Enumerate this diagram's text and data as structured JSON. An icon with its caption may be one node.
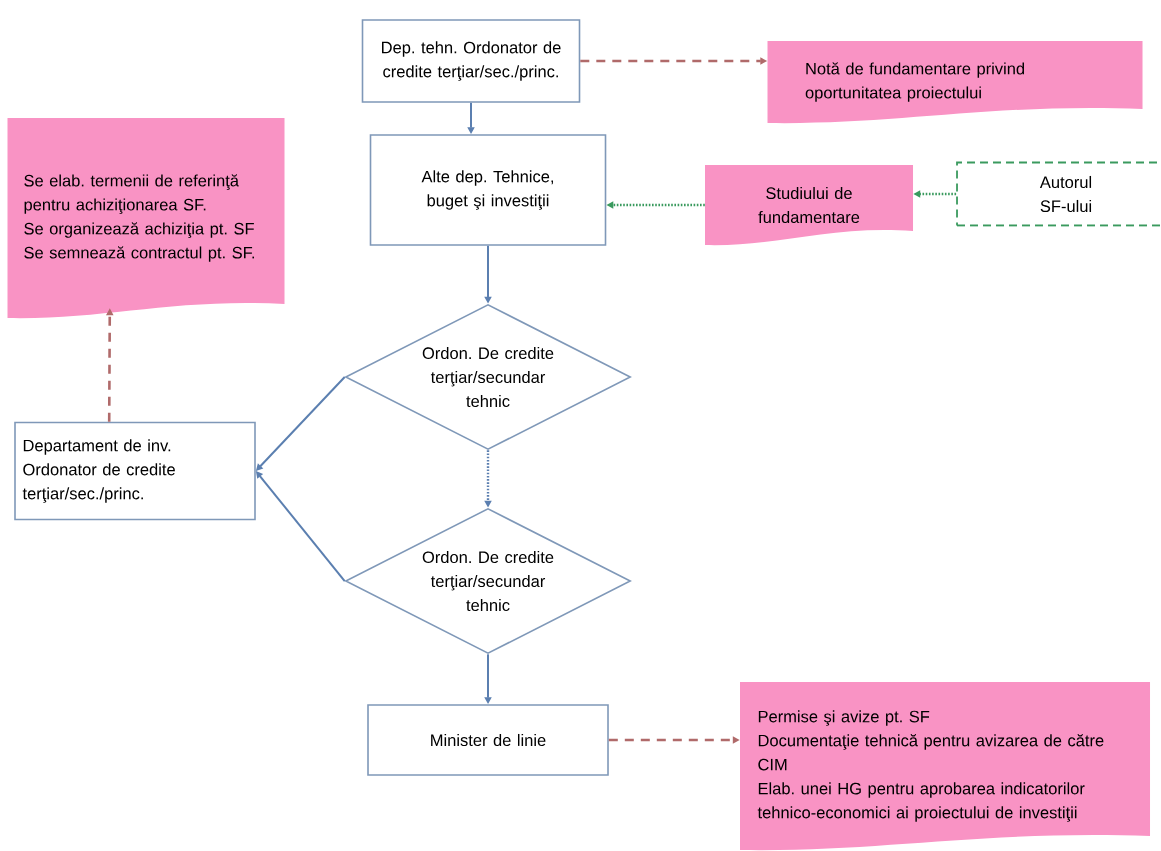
{
  "diagram": {
    "nodes": [
      {
        "text": [
          "Dep. tehn. Ordonator de credite terţiar/sec./princ."
        ]
      },
      {
        "text": [
          "Notă de fundamentare privind oportunitatea proiectului"
        ]
      },
      {
        "text": [
          "Se elab. termenii de referinţă pentru achiziţionarea SF.",
          "Se organizează achiziţia pt. SF",
          "Se semnează contractul pt. SF."
        ]
      },
      {
        "text": [
          "Alte dep. Tehnice, buget şi investiţii"
        ]
      },
      {
        "text": [
          "Studiului de fundamentare"
        ]
      },
      {
        "text": [
          "Autorul SF-ului"
        ]
      },
      {
        "text": [
          "Ordon. De credite terţiar/secundar tehnic"
        ]
      },
      {
        "text": [
          "Departament de inv.",
          "Ordonator de credite terţiar/sec./princ."
        ]
      },
      {
        "text": [
          "Ordon. De credite terţiar/secundar tehnic"
        ]
      },
      {
        "text": [
          "Minister de linie"
        ]
      },
      {
        "text": [
          "Permise şi avize pt. SF",
          "Documentaţie tehnică pentru avizarea de către CIM",
          "Elab. unei HG pentru aprobarea indicatorilor tehnico-economici ai proiectului de investiţii"
        ]
      }
    ],
    "edges": [
      {
        "from": 0,
        "to": 1,
        "arrow": "to",
        "style": "dashed",
        "color": "#b06a6a"
      },
      {
        "from": 0,
        "to": 3,
        "arrow": "to"
      },
      {
        "from": 5,
        "to": 4,
        "arrow": "to",
        "style": "dashed",
        "color": "#3a9a5e"
      },
      {
        "from": 4,
        "to": 3,
        "arrow": "to",
        "style": "dashed",
        "color": "#3a9a5e"
      },
      {
        "from": 3,
        "to": 6,
        "arrow": "to"
      },
      {
        "from": 6,
        "to": 7,
        "arrow": "to"
      },
      {
        "from": 6,
        "to": 8,
        "arrow": "to",
        "style": "dashed"
      },
      {
        "from": 8,
        "to": 7,
        "arrow": "to"
      },
      {
        "from": 8,
        "to": 9,
        "arrow": "to"
      },
      {
        "from": 7,
        "to": 2,
        "arrow": "to",
        "style": "dashed",
        "color": "#b06a6a"
      },
      {
        "from": 9,
        "to": 10,
        "arrow": "to",
        "style": "dashed",
        "color": "#b06a6a"
      }
    ]
  }
}
